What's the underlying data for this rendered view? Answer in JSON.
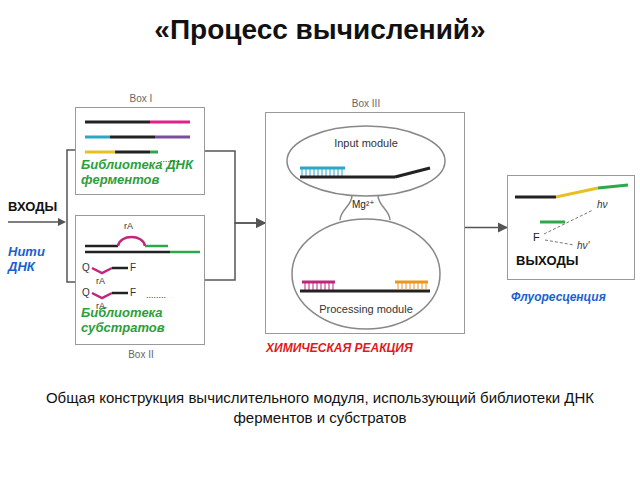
{
  "diagram": {
    "title": "«Процесс вычислений»",
    "caption": "Общая конструкция вычислительного модуля, использующий библиотеки ДНК ферментов и субстратов",
    "nodes": [
      {
        "text": [
          "Box I",
          "Библиотека ДНК ферментов"
        ]
      },
      {
        "text": [
          "Box II",
          "Библиотека субстратов"
        ]
      },
      {
        "text": [
          "Box III"
        ]
      },
      {
        "text": [
          "Input module"
        ],
        "in": 2
      },
      {
        "text": [
          "Processing module"
        ],
        "in": 2
      },
      {
        "text": [
          "ВЫХОДЫ"
        ]
      }
    ],
    "edges": [
      {
        "from": 0,
        "to": 2,
        "arrow": "to"
      },
      {
        "from": 1,
        "to": 2,
        "arrow": "to"
      },
      {
        "from": 2,
        "to": 5,
        "arrow": "to"
      }
    ],
    "labels": [
      "ВХОДЫ",
      "Нити ДНК",
      "........",
      "rA",
      "Q",
      "F",
      "rA",
      "Q",
      "rA",
      "F",
      "........",
      "Mg²⁺",
      "hν",
      "F",
      "hν'",
      "Флуоресценция",
      "ХИМИЧЕСКАЯ РЕАКЦИЯ"
    ]
  }
}
